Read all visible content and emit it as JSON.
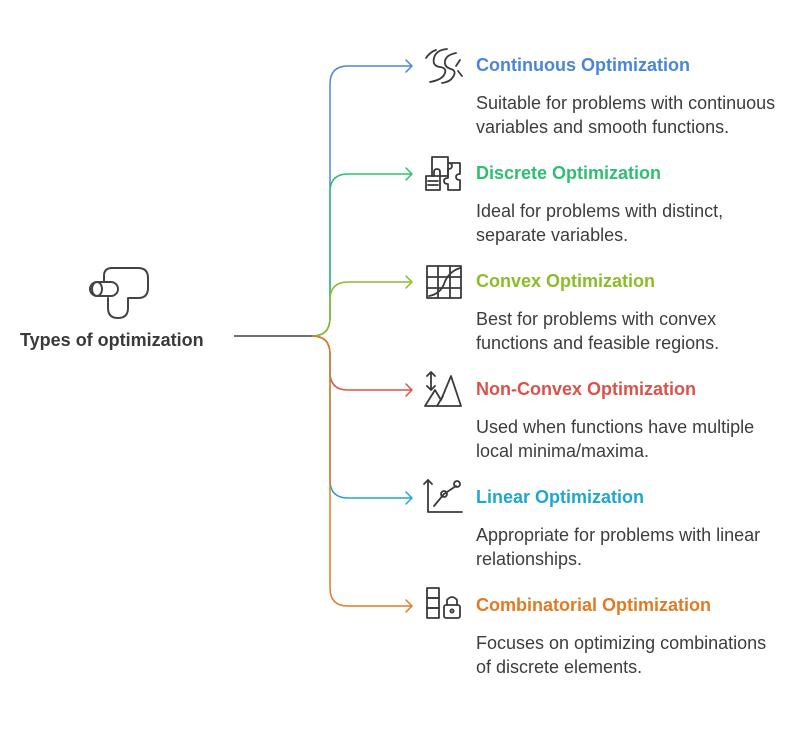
{
  "root": {
    "label": "Types of optimization",
    "icon": "conveyor-pipe-icon",
    "color": "#444444"
  },
  "branches": [
    {
      "title": "Continuous Optimization",
      "description": "Suitable for problems with continuous variables and smooth functions.",
      "color": "#4a86d8",
      "icon": "flowing-streams-icon"
    },
    {
      "title": "Discrete Optimization",
      "description": "Ideal for problems with distinct, separate variables.",
      "color": "#2fbf71",
      "icon": "puzzle-pieces-icon"
    },
    {
      "title": "Convex Optimization",
      "description": "Best for problems with convex functions and feasible regions.",
      "color": "#8cbc2a",
      "icon": "grid-curve-icon"
    },
    {
      "title": "Non-Convex Optimization",
      "description": "Used when functions have multiple local minima/maxima.",
      "color": "#d9534a",
      "icon": "mountain-peaks-icon"
    },
    {
      "title": "Linear Optimization",
      "description": "Appropriate for problems with linear relationships.",
      "color": "#1fa7cc",
      "icon": "line-graph-icon"
    },
    {
      "title": "Combinatorial Optimization",
      "description": "Focuses on optimizing combinations of discrete elements.",
      "color": "#e07b23",
      "icon": "blocks-lock-icon"
    }
  ]
}
